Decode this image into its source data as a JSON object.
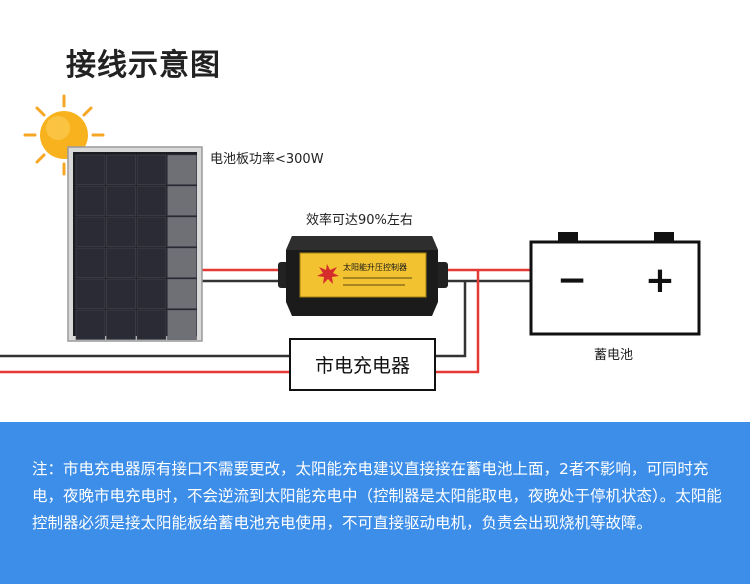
{
  "title": "接线示意图",
  "labels": {
    "panel_power": "电池板功率<300W",
    "efficiency": "效率可达90%左右",
    "battery": "蓄电池",
    "mains_charger": "市电充电器",
    "controller_face": "太阳能升压控制器"
  },
  "battery_terminals": {
    "negative": "−",
    "positive": "+"
  },
  "note": "注：市电充电器原有接口不需要更改，太阳能充电建议直接接在蓄电池上面，2者不影响，可同时充电，夜晚市电充电时，不会逆流到太阳能充电中（控制器是太阳能取电，夜晚处于停机状态）。太阳能控制器必须是接太阳能板给蓄电池充电使用，不可直接驱动电机，负责会出现烧机等故障。",
  "colors": {
    "wire_red": "#e53935",
    "wire_black": "#333333",
    "sun": "#f5a623",
    "note_bg": "#3d8ee8",
    "controller_face": "#f2c230"
  },
  "icons": [
    "sun-icon",
    "solar-panel",
    "controller-icon",
    "battery-icon"
  ]
}
